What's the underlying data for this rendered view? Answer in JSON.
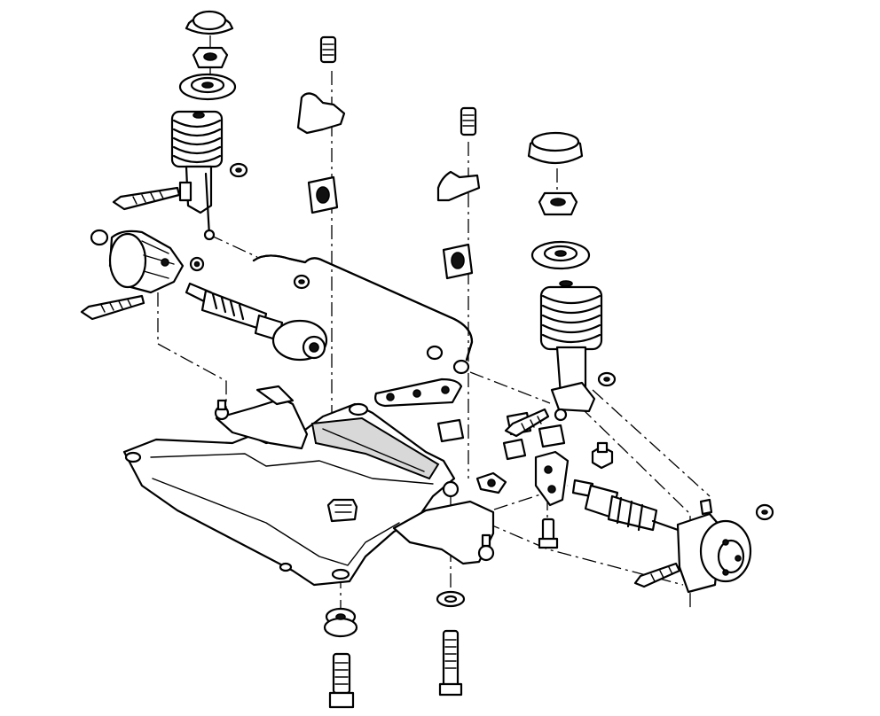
{
  "diagram": {
    "kind": "exploded-view",
    "colors": {
      "ink": "#000000",
      "paper": "#ffffff",
      "shade": "#d8d8d8"
    },
    "components": [
      "left-strut-mount-cap",
      "left-strut-nut",
      "left-strut-bearing-seat",
      "left-coil-spring",
      "left-strut-body",
      "left-steering-knuckle",
      "left-drive-shaft",
      "left-knuckle-bolt",
      "left-lower-bolt",
      "stabilizer-bar",
      "stabilizer-bushing-left",
      "stabilizer-clamp-left",
      "stabilizer-bushing-right",
      "stabilizer-clamp-right",
      "stabilizer-link-bracket",
      "subframe-crossmember",
      "left-lower-control-arm",
      "right-lower-control-arm",
      "subframe-mount-bushing",
      "subframe-mount-bolt",
      "subframe-washer",
      "subframe-long-bolt",
      "right-strut-mount-cap",
      "right-strut-nut",
      "right-strut-bearing-seat",
      "right-coil-spring",
      "right-strut-body",
      "right-drive-shaft",
      "right-hub-knuckle",
      "right-knuckle-bolt",
      "control-arm-rear-bushing",
      "control-arm-bracket",
      "bracket-bolt",
      "hub-nut"
    ]
  }
}
